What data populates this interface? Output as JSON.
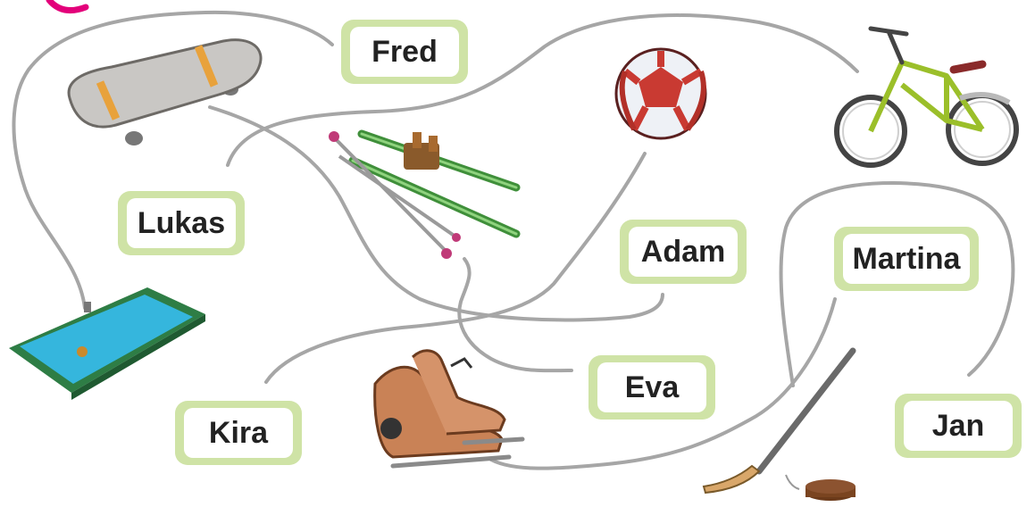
{
  "names": [
    {
      "key": "fred",
      "label": "Fred"
    },
    {
      "key": "lukas",
      "label": "Lukas"
    },
    {
      "key": "adam",
      "label": "Adam"
    },
    {
      "key": "martina",
      "label": "Martina"
    },
    {
      "key": "eva",
      "label": "Eva"
    },
    {
      "key": "kira",
      "label": "Kira"
    },
    {
      "key": "jan",
      "label": "Jan"
    }
  ],
  "items": [
    "skateboard",
    "skis",
    "football",
    "bicycle",
    "pool",
    "ice-skates",
    "hockey-stick"
  ],
  "colors": {
    "line": "#a6a6a6",
    "label_frame": "#cfe3a6",
    "label_fill": "#ffffff",
    "corner_accent": "#e3007a"
  }
}
